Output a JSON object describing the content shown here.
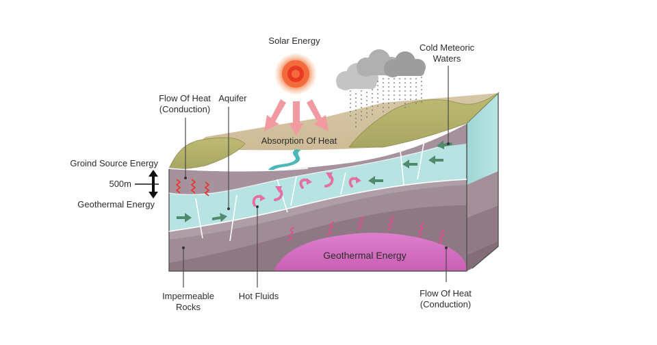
{
  "labels": {
    "solar_energy": "Solar Energy",
    "cold_meteoric_waters_1": "Cold Meteoric",
    "cold_meteoric_waters_2": "Waters",
    "flow_of_heat_top_1": "Flow Of Heat",
    "flow_of_heat_top_2": "(Conduction)",
    "aquifer": "Aquifer",
    "absorption_of_heat": "Absorption Of Heat",
    "ground_source_energy": "Groind Source Energy",
    "depth": "500m",
    "geothermal_energy_left": "Geothermal Energy",
    "geothermal_energy_zone": "Geothermal Energy",
    "impermeable_rocks_1": "Impermeable",
    "impermeable_rocks_2": "Rocks",
    "hot_fluids": "Hot Fluids",
    "flow_of_heat_bottom_1": "Flow Of Heat",
    "flow_of_heat_bottom_2": "(Conduction)"
  },
  "colors": {
    "aquifer_water": "#b7e3e2",
    "upper_rock": "#a6929d",
    "lower_rock": "#9b878f",
    "dark_rock": "#8a7480",
    "geothermal_zone": "#d77dc3",
    "hills": "#b4b36b",
    "sun_core": "#e83a22",
    "sun_glow": "#f5a77a",
    "heat_arrow": "#f08a95",
    "flow_arrow": "#4f8a6d",
    "heat_wave": "#e24a8c"
  }
}
